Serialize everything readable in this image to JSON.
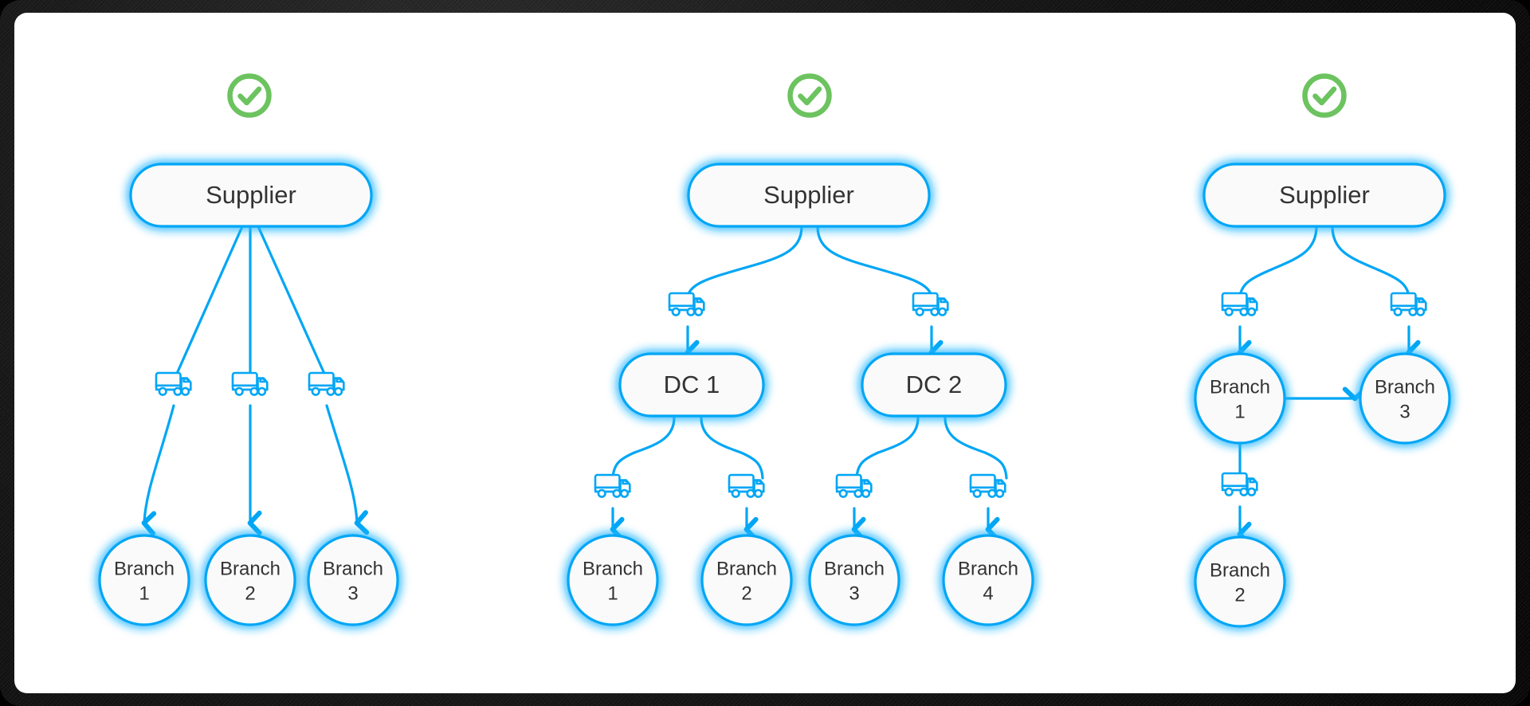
{
  "theme": {
    "canvas_bg": "#ffffff",
    "frame_bg": "#111111",
    "node_fill": "#fafafa",
    "accent_blue": "#00a6f5",
    "glow_blue": "#29b6ff",
    "check_green": "#6cc35f",
    "text_color": "#333333"
  },
  "icons": {
    "check": "check-circle-icon",
    "truck": "delivery-truck-icon",
    "arrow": "arrow-head"
  },
  "panels": [
    {
      "id": "direct-to-branch",
      "status_icon": "check-circle-icon",
      "root": {
        "label": "Supplier",
        "shape": "pill"
      },
      "nodes": [
        {
          "label_line1": "Branch",
          "label_line2": "1",
          "shape": "circle"
        },
        {
          "label_line1": "Branch",
          "label_line2": "2",
          "shape": "circle"
        },
        {
          "label_line1": "Branch",
          "label_line2": "3",
          "shape": "circle"
        }
      ],
      "truck_count": 3
    },
    {
      "id": "via-distribution-centers",
      "status_icon": "check-circle-icon",
      "root": {
        "label": "Supplier",
        "shape": "pill"
      },
      "hubs": [
        {
          "label": "DC 1",
          "shape": "pill"
        },
        {
          "label": "DC 2",
          "shape": "pill"
        }
      ],
      "nodes": [
        {
          "label_line1": "Branch",
          "label_line2": "1",
          "shape": "circle"
        },
        {
          "label_line1": "Branch",
          "label_line2": "2",
          "shape": "circle"
        },
        {
          "label_line1": "Branch",
          "label_line2": "3",
          "shape": "circle"
        },
        {
          "label_line1": "Branch",
          "label_line2": "4",
          "shape": "circle"
        }
      ],
      "truck_count": 6
    },
    {
      "id": "branch-to-branch-transfer",
      "status_icon": "check-circle-icon",
      "root": {
        "label": "Supplier",
        "shape": "pill"
      },
      "nodes": [
        {
          "label_line1": "Branch",
          "label_line2": "1",
          "shape": "circle"
        },
        {
          "label_line1": "Branch",
          "label_line2": "3",
          "shape": "circle"
        },
        {
          "label_line1": "Branch",
          "label_line2": "2",
          "shape": "circle"
        }
      ],
      "truck_count": 3,
      "transfer_edge": {
        "from": "Branch 1",
        "to": "Branch 3",
        "style": "straight-arrow"
      }
    }
  ]
}
